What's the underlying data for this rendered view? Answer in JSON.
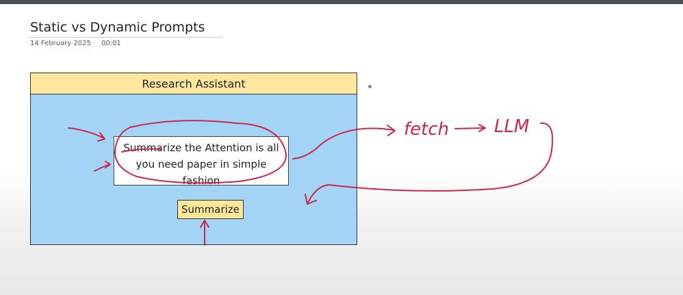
{
  "note": {
    "title": "Static vs Dynamic Prompts",
    "date": "14 February 2025",
    "time": "00:01"
  },
  "app": {
    "header": "Research Assistant",
    "prompt_text": "Summarize the Attention is all you need paper in simple fashion",
    "button_label": "Summarize"
  },
  "annotations": {
    "fetch_label": "fetch",
    "llm_label": "LLM",
    "ink_color": "#c8284a"
  },
  "colors": {
    "header_bg": "#ffe7a0",
    "body_bg": "#a3d4f6",
    "button_bg": "#ffe79a"
  }
}
